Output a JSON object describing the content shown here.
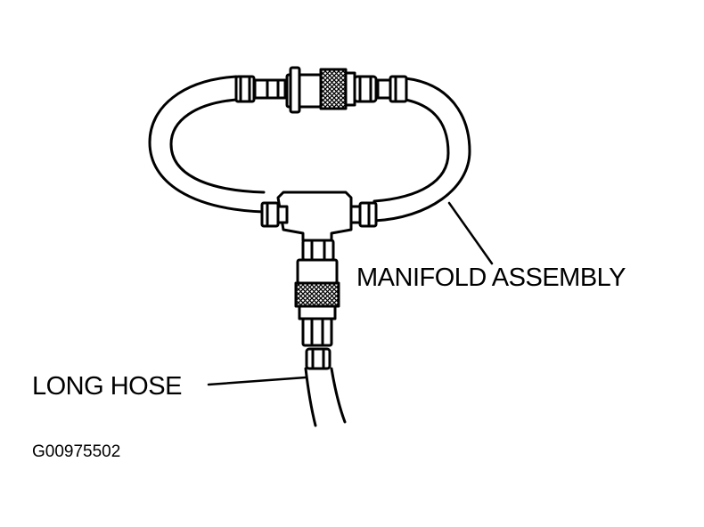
{
  "diagram": {
    "labels": {
      "manifold_assembly": "MANIFOLD ASSEMBLY",
      "long_hose": "LONG HOSE",
      "figure_id": "G00975502"
    },
    "colors": {
      "line": "#000000",
      "background": "#ffffff"
    }
  }
}
